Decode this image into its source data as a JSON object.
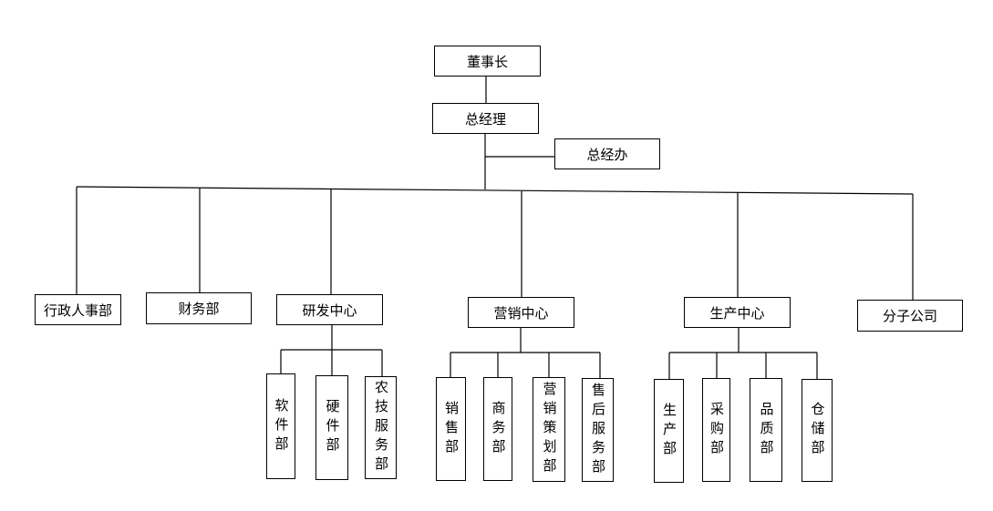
{
  "org": {
    "chairman": "董事长",
    "gm": "总经理",
    "gm_office": "总经办",
    "depts": {
      "admin_hr": "行政人事部",
      "finance": "财务部",
      "rd": "研发中心",
      "marketing": "营销中心",
      "production": "生产中心",
      "branch": "分子公司"
    },
    "rd_sub": [
      "软件部",
      "硬件部",
      "农技服务部"
    ],
    "marketing_sub": [
      "销售部",
      "商务部",
      "营销策划部",
      "售后服务部"
    ],
    "production_sub": [
      "生产部",
      "采购部",
      "品质部",
      "仓储部"
    ]
  }
}
